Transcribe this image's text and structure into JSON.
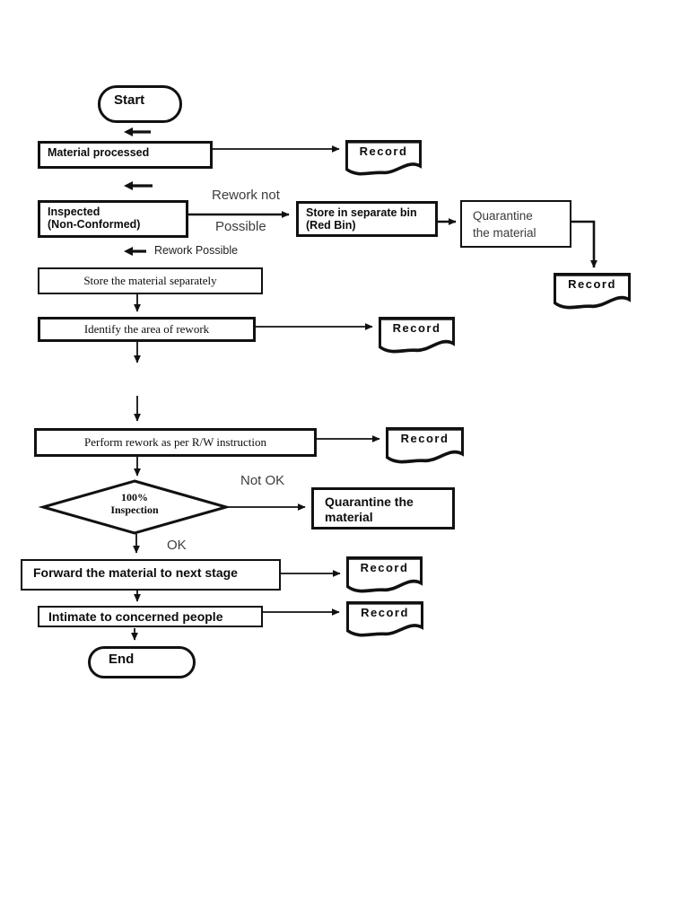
{
  "page": {
    "background": "#ffffff",
    "ink": "#111111",
    "label_color": "#3d3d3d"
  },
  "flowchart": {
    "start": {
      "label": "Start"
    },
    "end": {
      "label": "End"
    },
    "nodes": {
      "material_processed": {
        "label": "Material processed"
      },
      "inspected": {
        "line1": "Inspected",
        "line2": "(Non-Conformed)"
      },
      "store_bin": {
        "line1": "Store in separate bin",
        "line2": "(Red Bin)"
      },
      "quarantine_top": {
        "line1": "Quarantine",
        "line2": "the material"
      },
      "store_separately": {
        "label": "Store the material separately"
      },
      "identify": {
        "label": "Identify the area of rework"
      },
      "perform": {
        "label": "Perform rework as per R/W instruction"
      },
      "decision": {
        "line1": "100%",
        "line2": "Inspection"
      },
      "quarantine_notok": {
        "line1": "Quarantine the",
        "line2": "material"
      },
      "forward": {
        "label": "Forward the material to next stage"
      },
      "intimate": {
        "label": "Intimate to concerned people"
      }
    },
    "records": [
      {
        "label": "Record"
      },
      {
        "label": "Record"
      },
      {
        "label": "Record"
      },
      {
        "label": "Record"
      },
      {
        "label": "Record"
      },
      {
        "label": "Record"
      }
    ],
    "edge_labels": {
      "rework_not_line1": "Rework not",
      "rework_not_line2": "Possible",
      "rework_possible": "Rework Possible",
      "not_ok": "Not OK",
      "ok": "OK"
    }
  }
}
